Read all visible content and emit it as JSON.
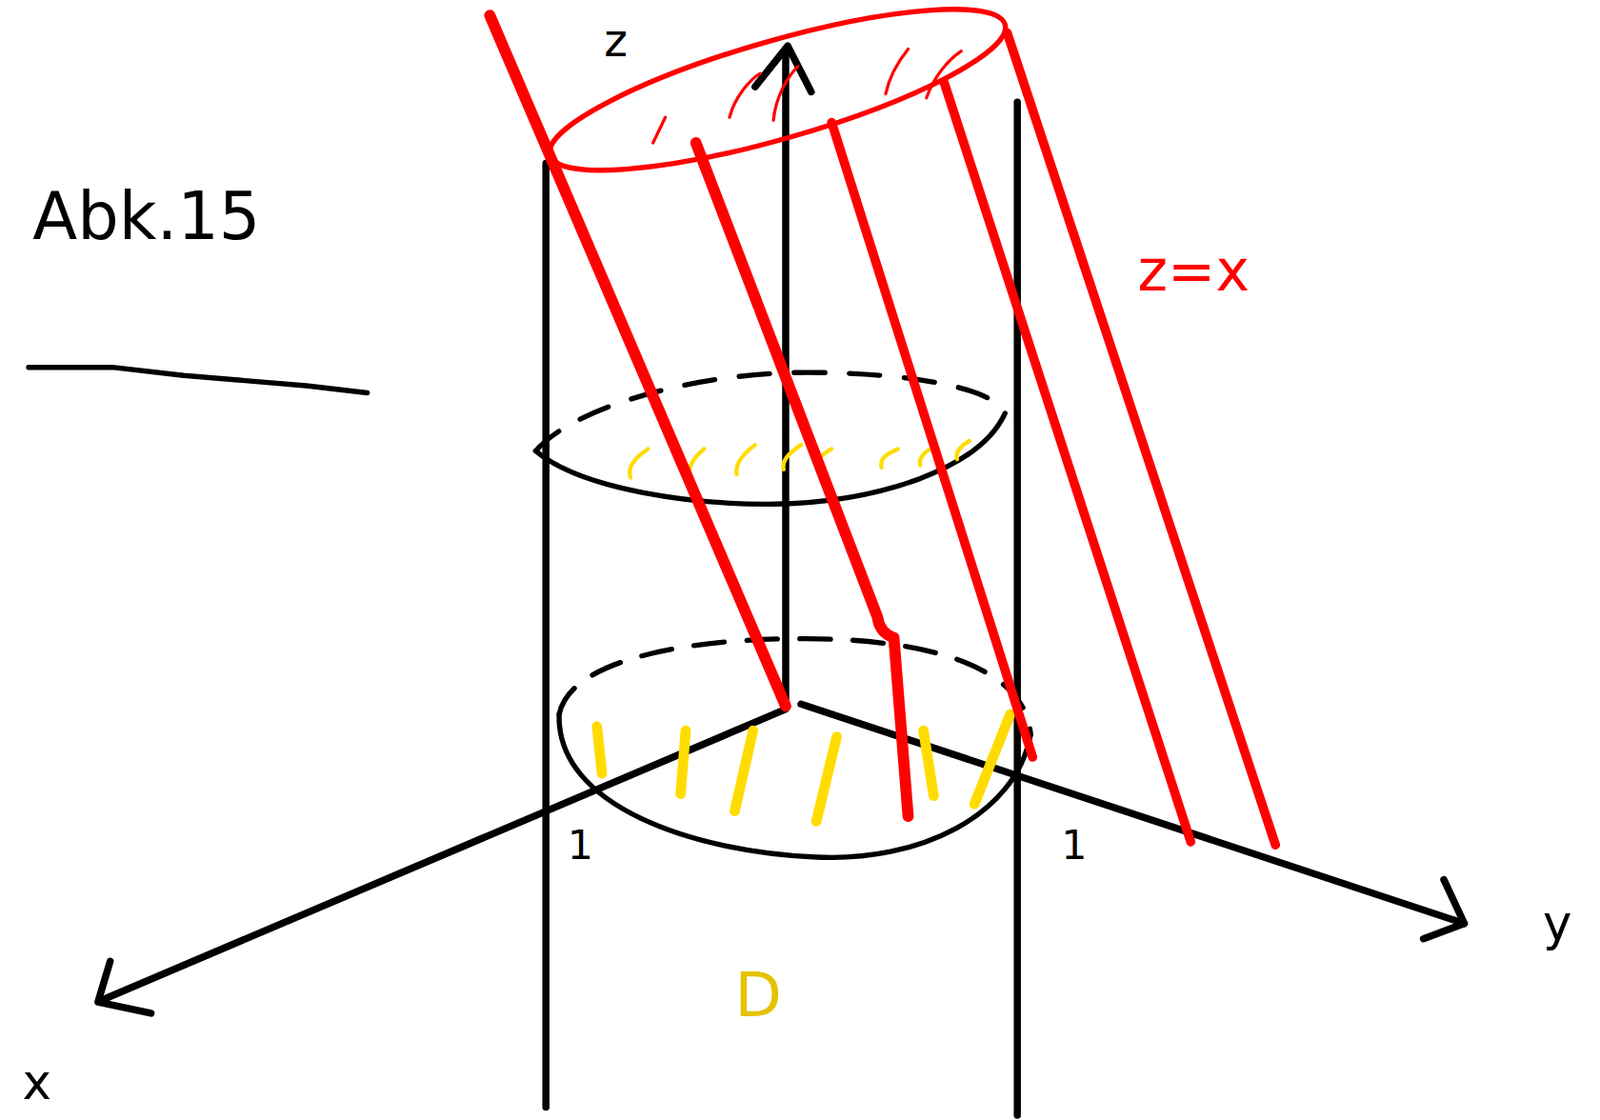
{
  "diagram": {
    "title": "Abk.15",
    "labels": [
      "z",
      "x",
      "y",
      "1",
      "1",
      "z=x",
      "D"
    ]
  }
}
